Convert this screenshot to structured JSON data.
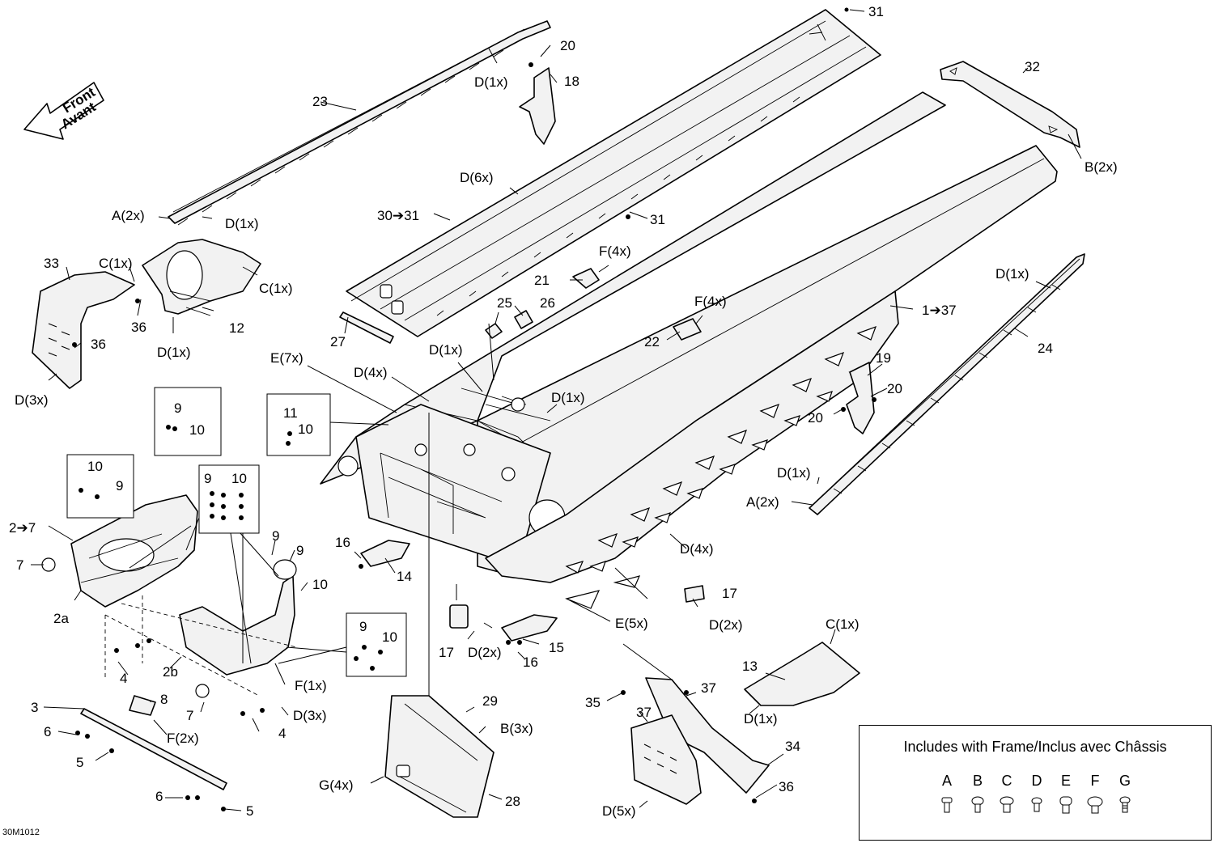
{
  "direction_arrow": {
    "line1": "Front",
    "line2": "Avant"
  },
  "drawing_ref": "30M1012",
  "legend": {
    "title": "Includes with Frame/Inclus avec Châssis",
    "fasteners": [
      {
        "letter": "A",
        "icon": "flat-head-rivet-icon"
      },
      {
        "letter": "B",
        "icon": "button-rivet-icon"
      },
      {
        "letter": "C",
        "icon": "wide-rivet-icon"
      },
      {
        "letter": "D",
        "icon": "small-rivet-icon"
      },
      {
        "letter": "E",
        "icon": "tall-rivet-icon"
      },
      {
        "letter": "F",
        "icon": "mushroom-rivet-icon"
      },
      {
        "letter": "G",
        "icon": "grooved-rivet-icon"
      }
    ]
  },
  "callouts": [
    {
      "id": "c31a",
      "text": "31"
    },
    {
      "id": "c20a",
      "text": "20"
    },
    {
      "id": "c18",
      "text": "18"
    },
    {
      "id": "cD1a",
      "text": "D(1x)"
    },
    {
      "id": "c32",
      "text": "32"
    },
    {
      "id": "cB2",
      "text": "B(2x)"
    },
    {
      "id": "c23",
      "text": "23"
    },
    {
      "id": "cD6",
      "text": "D(6x)"
    },
    {
      "id": "cA2a",
      "text": "A(2x)"
    },
    {
      "id": "cD1b",
      "text": "D(1x)"
    },
    {
      "id": "c30",
      "text": "30➔31"
    },
    {
      "id": "c31b",
      "text": "31"
    },
    {
      "id": "c33",
      "text": "33"
    },
    {
      "id": "cC1a",
      "text": "C(1x)"
    },
    {
      "id": "cC1b",
      "text": "C(1x)"
    },
    {
      "id": "c36a",
      "text": "36"
    },
    {
      "id": "c12",
      "text": "12"
    },
    {
      "id": "c36b",
      "text": "36"
    },
    {
      "id": "cD1c",
      "text": "D(1x)"
    },
    {
      "id": "cD3a",
      "text": "D(3x)"
    },
    {
      "id": "cF4a",
      "text": "F(4x)"
    },
    {
      "id": "c21",
      "text": "21"
    },
    {
      "id": "c25",
      "text": "25"
    },
    {
      "id": "c26",
      "text": "26"
    },
    {
      "id": "cF4b",
      "text": "F(4x)"
    },
    {
      "id": "c22",
      "text": "22"
    },
    {
      "id": "c137",
      "text": "1➔37"
    },
    {
      "id": "cD1d",
      "text": "D(1x)"
    },
    {
      "id": "c24",
      "text": "24"
    },
    {
      "id": "c27",
      "text": "27"
    },
    {
      "id": "cE7",
      "text": "E(7x)"
    },
    {
      "id": "cD4a",
      "text": "D(4x)"
    },
    {
      "id": "cD1e",
      "text": "D(1x)"
    },
    {
      "id": "cD1f",
      "text": "D(1x)"
    },
    {
      "id": "c19",
      "text": "19"
    },
    {
      "id": "c20b",
      "text": "20"
    },
    {
      "id": "c20c",
      "text": "20"
    },
    {
      "id": "c9a",
      "text": "9"
    },
    {
      "id": "c10a",
      "text": "10"
    },
    {
      "id": "c11",
      "text": "11"
    },
    {
      "id": "c10b",
      "text": "10"
    },
    {
      "id": "c10c",
      "text": "10"
    },
    {
      "id": "c9b",
      "text": "9"
    },
    {
      "id": "c9c",
      "text": "9"
    },
    {
      "id": "c10d",
      "text": "10"
    },
    {
      "id": "cD1g",
      "text": "D(1x)"
    },
    {
      "id": "cA2b",
      "text": "A(2x)"
    },
    {
      "id": "c27b",
      "text": "2➔7"
    },
    {
      "id": "c7a",
      "text": "7"
    },
    {
      "id": "c9d",
      "text": "9"
    },
    {
      "id": "c9e",
      "text": "9"
    },
    {
      "id": "c10e",
      "text": "10"
    },
    {
      "id": "c16a",
      "text": "16"
    },
    {
      "id": "c14",
      "text": "14"
    },
    {
      "id": "cD4b",
      "text": "D(4x)"
    },
    {
      "id": "c2a",
      "text": "2a"
    },
    {
      "id": "c17a",
      "text": "17"
    },
    {
      "id": "cD2a",
      "text": "D(2x)"
    },
    {
      "id": "cE5",
      "text": "E(5x)"
    },
    {
      "id": "c9f",
      "text": "9"
    },
    {
      "id": "c10f",
      "text": "10"
    },
    {
      "id": "c17b",
      "text": "17"
    },
    {
      "id": "cD2b",
      "text": "D(2x)"
    },
    {
      "id": "c15",
      "text": "15"
    },
    {
      "id": "c16b",
      "text": "16"
    },
    {
      "id": "cC1c",
      "text": "C(1x)"
    },
    {
      "id": "c4a",
      "text": "4"
    },
    {
      "id": "c2b",
      "text": "2b"
    },
    {
      "id": "cF1",
      "text": "F(1x)"
    },
    {
      "id": "c13",
      "text": "13"
    },
    {
      "id": "c3",
      "text": "3"
    },
    {
      "id": "c8",
      "text": "8"
    },
    {
      "id": "c7b",
      "text": "7"
    },
    {
      "id": "cD3b",
      "text": "D(3x)"
    },
    {
      "id": "c29",
      "text": "29"
    },
    {
      "id": "c35",
      "text": "35"
    },
    {
      "id": "c37a",
      "text": "37"
    },
    {
      "id": "c37b",
      "text": "37"
    },
    {
      "id": "cD1h",
      "text": "D(1x)"
    },
    {
      "id": "c6a",
      "text": "6"
    },
    {
      "id": "cF2",
      "text": "F(2x)"
    },
    {
      "id": "c4b",
      "text": "4"
    },
    {
      "id": "cB3",
      "text": "B(3x)"
    },
    {
      "id": "c5a",
      "text": "5"
    },
    {
      "id": "c34",
      "text": "34"
    },
    {
      "id": "c6b",
      "text": "6"
    },
    {
      "id": "cG4",
      "text": "G(4x)"
    },
    {
      "id": "c28",
      "text": "28"
    },
    {
      "id": "c36c",
      "text": "36"
    },
    {
      "id": "c5b",
      "text": "5"
    },
    {
      "id": "cD5",
      "text": "D(5x)"
    }
  ]
}
